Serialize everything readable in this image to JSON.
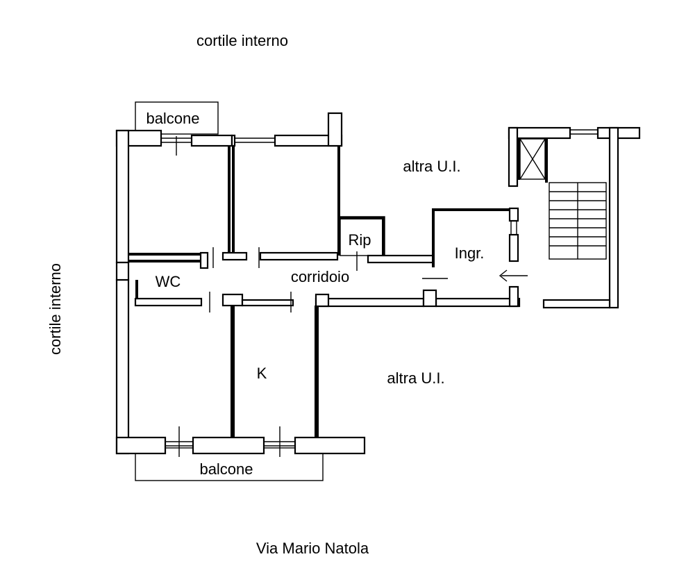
{
  "labels": {
    "courtyard_top": "cortile interno",
    "courtyard_left": "cortile interno",
    "balcony_top": "balcone",
    "balcony_bottom": "balcone",
    "other_unit_top": "altra U.I.",
    "other_unit_bottom": "altra U.I.",
    "storage": "Rip",
    "entrance": "Ingr.",
    "corridor": "corridoio",
    "bathroom": "WC",
    "kitchen": "K",
    "street": "Via Mario Natola"
  },
  "icons": {
    "entry_arrow": "arrow-left-icon",
    "elevator": "elevator-icon",
    "stairs": "stairs-icon"
  }
}
